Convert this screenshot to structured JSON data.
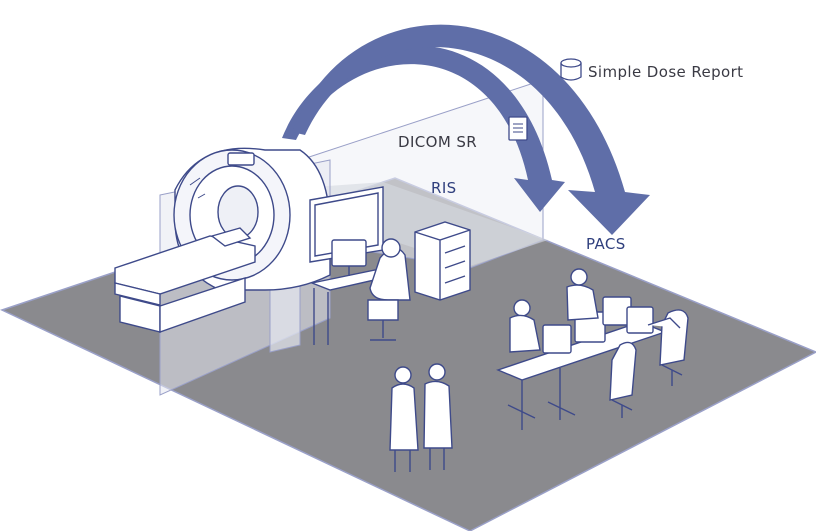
{
  "labels": {
    "simple_dose_report": "Simple Dose Report",
    "dicom_sr": "DICOM SR",
    "ris": "RIS",
    "pacs": "PACS"
  },
  "colors": {
    "floor": "#8a8a8e",
    "floor_edge": "#9aa0c8",
    "arrow": "#5f6ea8",
    "line": "#3e4a8a",
    "panel": "#e6e8f1",
    "text_dark": "#3a3a44",
    "text_blue": "#2f3f7d"
  },
  "icons": {
    "dose_report": "database-cylinder-icon",
    "dicom_sr": "document-icon"
  }
}
